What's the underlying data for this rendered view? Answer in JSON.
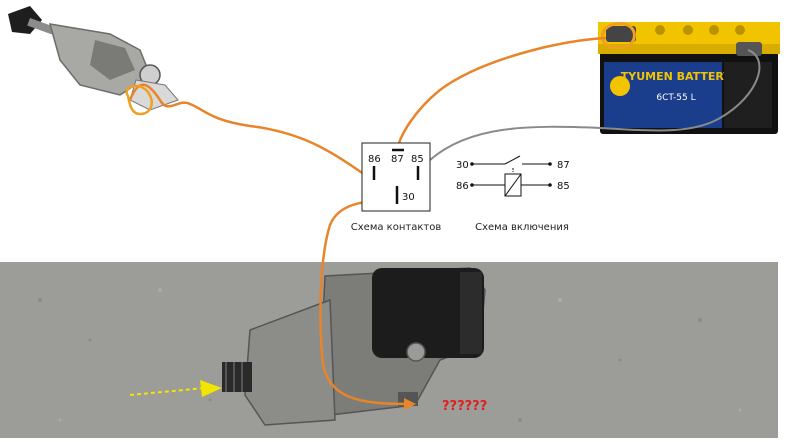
{
  "relay": {
    "pins": {
      "p86": "86",
      "p87": "87",
      "p85": "85",
      "p30": "30"
    },
    "contacts_caption": "Схема контактов",
    "switching_caption": "Схема включения"
  },
  "battery": {
    "brand": "TYUMEN BATTERY",
    "model": "6CT-55 L"
  },
  "starter": {
    "question_marks": "??????"
  },
  "colors": {
    "power_wire": "#e8852a",
    "ground_wire": "#8a8a8a",
    "highlight_pen": "#f0a020",
    "arrow": "#f2e600",
    "question_text": "#e02020",
    "battery_body": "#111111",
    "battery_lid": "#f2c400",
    "battery_label": "#1a3d8c"
  }
}
